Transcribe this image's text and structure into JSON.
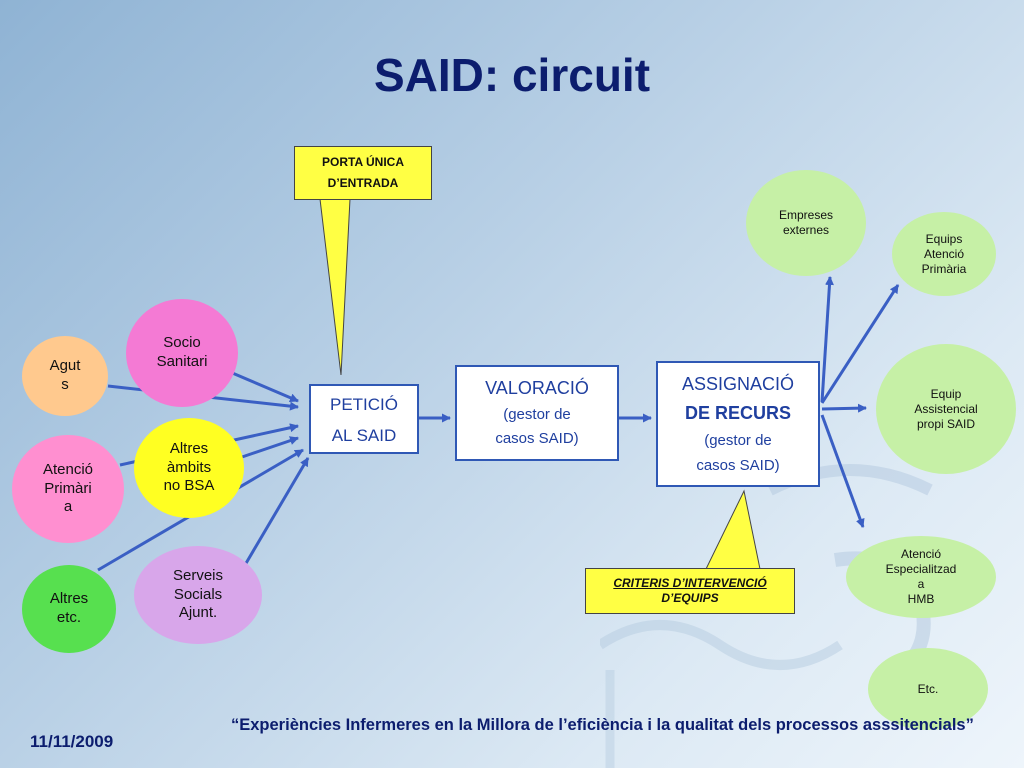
{
  "title": "SAID: circuit",
  "date": "11/11/2009",
  "footer": "“Experiències Infermeres en la Millora de l’eficiència i la qualitat dels processos asssitencials”",
  "colors": {
    "title": "#0c1d6e",
    "box_border": "#2f58b5",
    "box_text": "#1f3f9f",
    "arrow": "#3a5fc4",
    "callout": "#ffff44",
    "light_green": "#c6f0a6",
    "bright_green": "#57e04f",
    "peach": "#ffc98e",
    "pink": "#ff8fd0",
    "magenta": "#f47ad4",
    "yellow": "#ffff22",
    "lilac": "#d8a6ea"
  },
  "sources": {
    "agut": {
      "lines": [
        "Agut",
        "s"
      ]
    },
    "socio": {
      "lines": [
        "Socio",
        "Sanitari"
      ]
    },
    "atencio_primaria": {
      "lines": [
        "Atenció",
        "Primàri",
        "a"
      ]
    },
    "altres_ambits": {
      "lines": [
        "Altres",
        "àmbits",
        "no BSA"
      ]
    },
    "altres_etc": {
      "lines": [
        "Altres",
        "etc."
      ]
    },
    "serveis_socials": {
      "lines": [
        "Serveis",
        "Socials",
        "Ajunt."
      ]
    }
  },
  "callouts": {
    "porta": {
      "lines": [
        "PORTA ÚNICA",
        "D’ENTRADA"
      ]
    },
    "criteris": {
      "lines": [
        "CRITERIS D’INTERVENCIÓ",
        "D’EQUIPS"
      ]
    }
  },
  "process": {
    "peticio": {
      "lines": [
        "PETICIÓ",
        "AL SAID"
      ]
    },
    "valoracio": {
      "lines": [
        "VALORACIÓ",
        "(gestor de",
        "casos SAID)"
      ]
    },
    "assignacio": {
      "lines": [
        "ASSIGNACIÓ",
        "DE RECURS",
        "(gestor de",
        "casos SAID)"
      ]
    }
  },
  "destinations": {
    "empreses": {
      "lines": [
        "Empreses",
        "externes"
      ]
    },
    "equips_ap": {
      "lines": [
        "Equips",
        "Atenció",
        "Primària"
      ]
    },
    "equip_said": {
      "lines": [
        "Equip",
        "Assistencial",
        "propi SAID"
      ]
    },
    "atencio_especialitzada": {
      "lines": [
        "Atenció",
        "Especialitzad",
        "a",
        "HMB"
      ]
    },
    "etc": {
      "lines": [
        "Etc."
      ]
    }
  }
}
